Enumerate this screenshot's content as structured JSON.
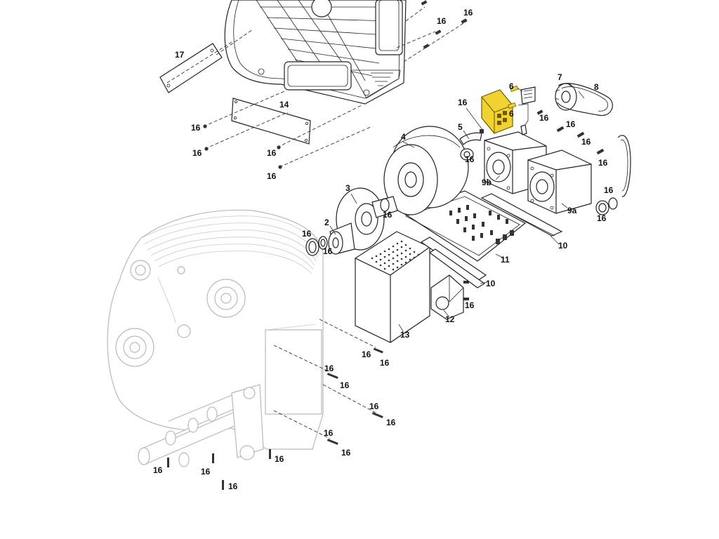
{
  "colors": {
    "highlight": "#f2d230",
    "line": "#222222",
    "ghost": "#b9b9b9",
    "background": "#ffffff"
  },
  "callouts": {
    "p17": "17",
    "p14": "14",
    "p16": "16",
    "p2": "2",
    "p3": "3",
    "p4": "4",
    "p5": "5",
    "p6": "6",
    "p7": "7",
    "p8": "8",
    "p9a": "9a",
    "p9b": "9b",
    "p10": "10",
    "p11": "11",
    "p12": "12",
    "p13": "13"
  }
}
